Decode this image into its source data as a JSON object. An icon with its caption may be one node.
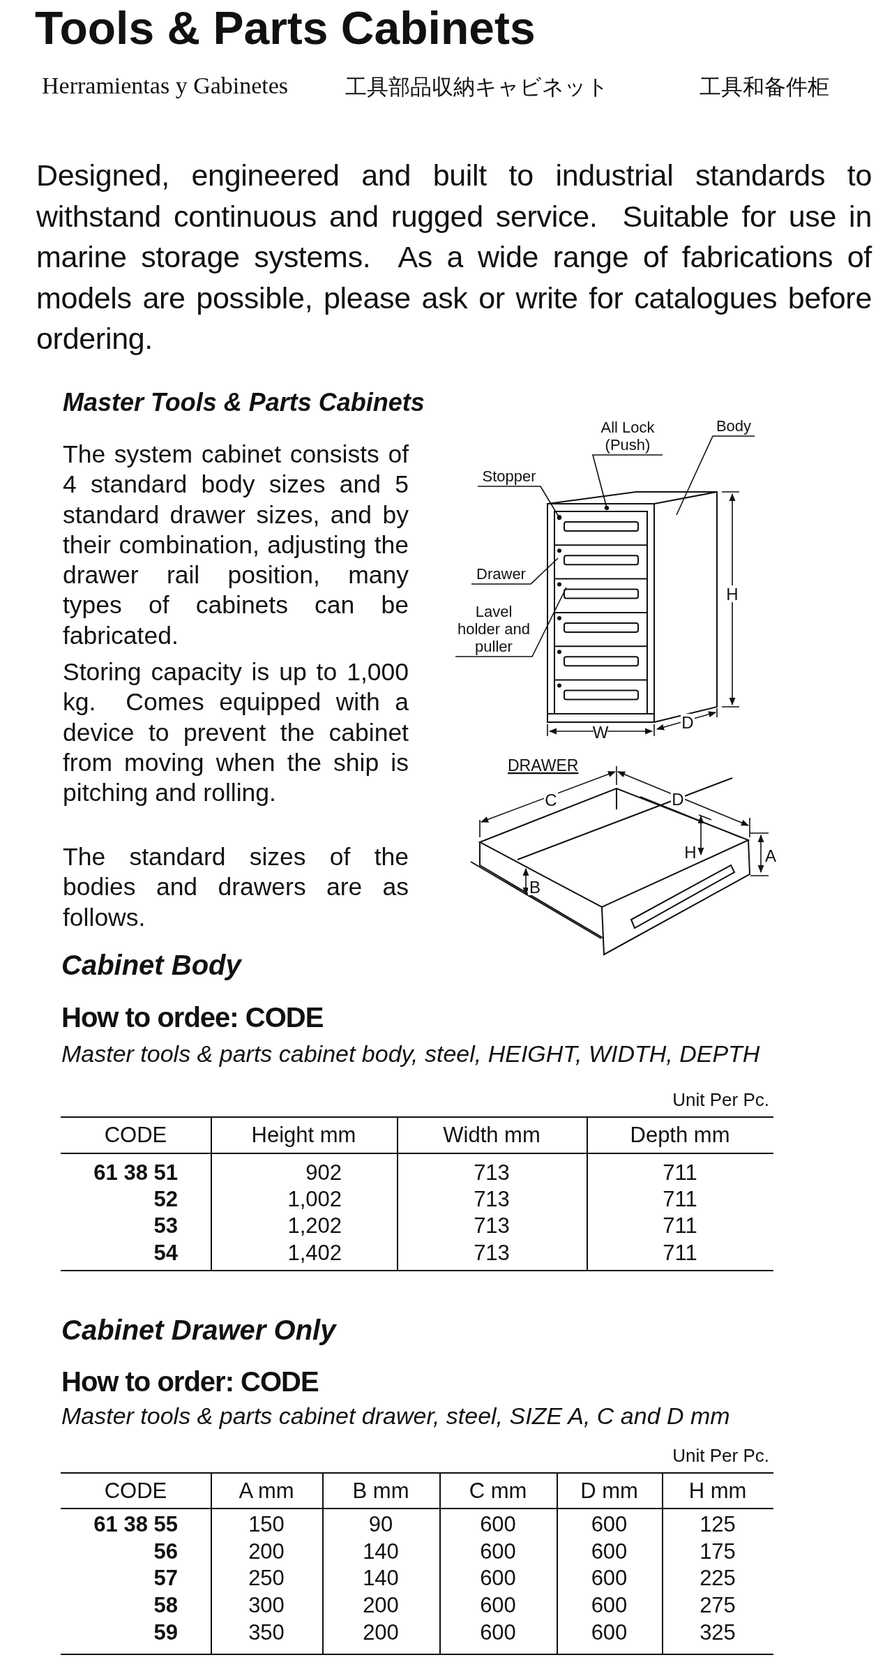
{
  "diagram": {
    "title": "Tools & Parts Cabinets",
    "nodes": [
      {
        "text": [
          "All Lock (Push)"
        ]
      },
      {
        "text": [
          "Body"
        ]
      },
      {
        "text": [
          "Stopper"
        ]
      },
      {
        "text": [
          "Drawer"
        ]
      },
      {
        "text": [
          "Lavel holder and puller"
        ]
      }
    ],
    "edges": [
      {
        "from": 0,
        "to": null,
        "arrow": "other"
      },
      {
        "from": 1,
        "to": null,
        "arrow": "none"
      },
      {
        "from": 2,
        "to": null,
        "arrow": "other"
      },
      {
        "from": 3,
        "to": null,
        "arrow": "none"
      },
      {
        "from": 4,
        "to": null,
        "arrow": "none"
      }
    ],
    "labels": [
      "Herramientas y Gabinetes",
      "工具部品収納キャビネット",
      "工具和备件柜",
      "Designed, engineered and built to industrial standards to withstand continuous and rugged service.  Suitable for use in marine storage systems.  As a wide range of fabrications of models are possible, please ask or write for catalogues before ordering.",
      "Master Tools & Parts Cabinets",
      "The system cabinet consists of 4 standard body sizes and 5 standard drawer sizes, and by their combination, adjusting the drawer rail position, many types of cabinets can be fabricated.",
      "Storing capacity is up to 1,000 kg.  Comes equipped with a device to prevent the cabinet from moving when the ship is pitching and rolling.",
      "The standard sizes of the bodies and drawers are as follows.",
      "H",
      "W",
      "D",
      "DRAWER",
      "C",
      "D",
      "H",
      "A",
      "B",
      "Cabinet Body",
      "How to ordee:  CODE",
      "Master tools & parts cabinet body, steel, HEIGHT, WIDTH, DEPTH",
      "Unit Per Pc.",
      "CODE",
      "Height mm",
      "Width mm",
      "Depth mm",
      "61 38 51",
      "902",
      "713",
      "711",
      "52",
      "1,002",
      "713",
      "711",
      "53",
      "1,202",
      "713",
      "711",
      "54",
      "1,402",
      "713",
      "711",
      "Cabinet Drawer Only",
      "How to order:  CODE",
      "Master tools & parts cabinet drawer, steel, SIZE A, C and D mm",
      "Unit Per Pc.",
      "CODE",
      "A mm",
      "B mm",
      "C mm",
      "D mm",
      "H mm",
      "61 38 55",
      "150",
      "90",
      "600",
      "600",
      "125",
      "56",
      "200",
      "140",
      "600",
      "600",
      "175",
      "57",
      "250",
      "140",
      "600",
      "600",
      "225",
      "58",
      "300",
      "200",
      "600",
      "600",
      "275",
      "59",
      "350",
      "200",
      "600",
      "600",
      "325"
    ]
  }
}
